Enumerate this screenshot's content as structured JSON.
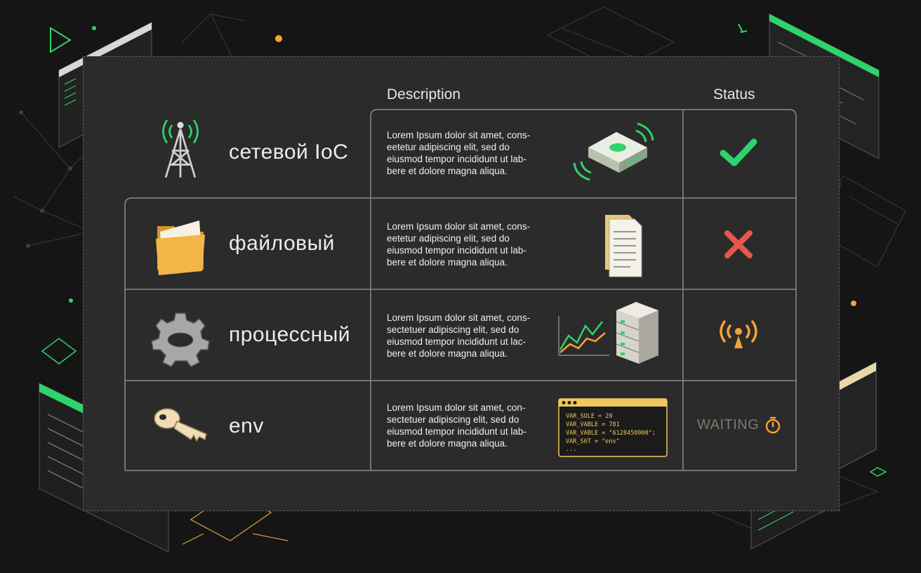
{
  "headers": {
    "description": "Description",
    "status": "Status"
  },
  "rows": [
    {
      "name": "сетевой IoC",
      "desc": [
        "Lorem Ipsum dolor sit amet, cons-",
        "eetetur adipiscing elit, sed do",
        "eiusmod tempor incididunt ut lab-",
        "bere et dolore magna aliqua."
      ],
      "icon": "radio-tower-icon",
      "illustration": "iot-device-icon",
      "status": "success"
    },
    {
      "name": "файловый",
      "desc": [
        "Lorem Ipsum dolor sit amet, cons-",
        "eetetur adipiscing elit, sed do",
        "eiusmod tempor incididunt ut lab-",
        "bere et dolore magna aliqua."
      ],
      "icon": "folder-icon",
      "illustration": "documents-icon",
      "status": "failure"
    },
    {
      "name": "процессный",
      "desc": [
        "Lorem Ipsum dolor sit amet, cons-",
        "sectetuer adipiscing elit, sed do",
        "eiusmod tempor incididunt ut lac-",
        "bere et dolore magna aliqua."
      ],
      "icon": "gear-icon",
      "illustration": "server-chart-icon",
      "status": "broadcasting"
    },
    {
      "name": "env",
      "desc": [
        "Lorem Ipsum dolor sit amet, con-",
        "sectetuer adipiscing elit, sed do",
        "eiusmod tempor incididunt ut lab-",
        "bere et dolore magna aliqua."
      ],
      "icon": "key-icon",
      "illustration": "terminal-icon",
      "status_label": "WAITING",
      "code_lines": [
        "VAR_SOLE = 20",
        "VAR_VABLE = 781",
        "VAR_VABLE = \"6128458000\";",
        "VAR_S6T = \"env\"",
        "..."
      ]
    }
  ],
  "colors": {
    "accent_green": "#2fd36c",
    "error_red": "#e8574a",
    "warning_orange": "#f2a23a",
    "folder_yellow": "#f3b548"
  }
}
